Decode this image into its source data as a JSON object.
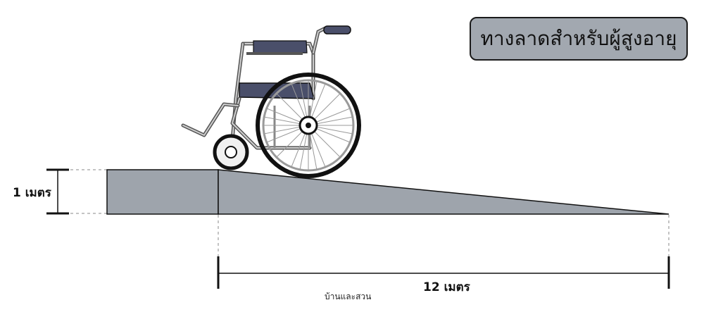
{
  "title": "ทางลาดสำหรับผู้สูงอายุ",
  "height_label": "1 เมตร",
  "length_label": "12 เมตร",
  "caption": "บ้านและสวน",
  "colors": {
    "ramp_fill": "#9ea4ac",
    "title_fill": "#a2a8b0",
    "outline": "#111111",
    "wheelchair_seat": "#4a4f6a",
    "wheelchair_frame": "#9a9a9a"
  },
  "icons": [
    "wheelchair-icon"
  ]
}
